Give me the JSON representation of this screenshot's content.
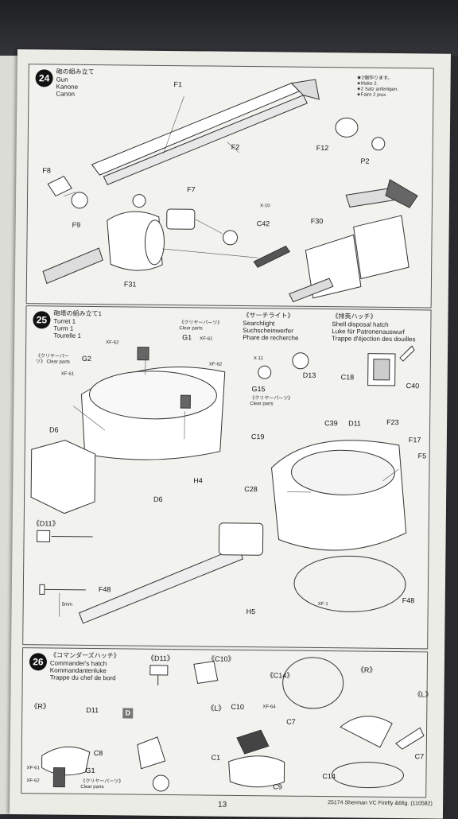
{
  "step24": {
    "number": "24",
    "title_jp": "砲の組み立て",
    "title_en": "Gun",
    "title_de": "Kanone",
    "title_fr": "Canon",
    "note_lines": [
      "★2個作ります。",
      "★Make 2.",
      "★2 Satz anfertigen.",
      "★Faire 2 jeux."
    ],
    "parts": {
      "F1": "F1",
      "F2": "F2",
      "F8": "F8",
      "F9": "F9",
      "F7": "F7",
      "X10": "X-10",
      "C42": "C42",
      "F12": "F12",
      "P2": "P2",
      "F30": "F30",
      "F31": "F31"
    }
  },
  "step25": {
    "number": "25",
    "title_jp": "砲塔の組み立て1",
    "title_en": "Turret 1",
    "title_de": "Turm 1",
    "title_fr": "Tourelle 1",
    "clear_parts_top": "《クリヤーパーツ》 Clear parts",
    "clear_parts_left": "《クリヤーパーツ》 Clear parts",
    "searchlight_jp": "《サーチライト》",
    "searchlight_en": "Searchlight",
    "searchlight_de": "Suchscheinwerfer",
    "searchlight_fr": "Phare de recherche",
    "hatch_jp": "《排莢ハッチ》",
    "hatch_en": "Shell disposal hatch",
    "hatch_de": "Luke für Patronenauswurf",
    "hatch_fr": "Trappe d'éjection des douilles",
    "g15_clear": "《クリヤーパーツ》 Clear parts",
    "dim": "5mm",
    "d11_detail": "《D11》",
    "parts": {
      "XF62a": "XF-62",
      "G2": "G2",
      "XF61a": "XF-61",
      "G1": "G1",
      "XF61b": "XF-61",
      "XF62b": "XF-62",
      "D6a": "D6",
      "D6b": "D6",
      "H4": "H4",
      "X11": "X-11",
      "D13": "D13",
      "G15": "G15",
      "C18": "C18",
      "C40": "C40",
      "C39": "C39",
      "D11": "D11",
      "F23": "F23",
      "C19": "C19",
      "F17": "F17",
      "F5": "F5",
      "C28": "C28",
      "F48a": "F48",
      "F48b": "F48",
      "H5": "H5",
      "XF1": "XF-1"
    }
  },
  "step26": {
    "number": "26",
    "title_jp": "《コマンダーズハッチ》",
    "title_en": "Commander's hatch",
    "title_de": "Kommandantenluke",
    "title_fr": "Trappe du chef de bord",
    "d11_detail": "《D11》",
    "c10_detail": "《C10》",
    "c14_detail": "《C14》",
    "r_detail": "《R》",
    "l_detail": "《L》",
    "r_label": "《R》",
    "l_label": "《L》",
    "badge": "D",
    "clear_parts": "《クリヤーパーツ》 Clear parts",
    "parts": {
      "D11": "D11",
      "C8": "C8",
      "XF61": "XF-61",
      "XF62": "XF-62",
      "G1": "G1",
      "C10": "C10",
      "XF64": "XF-64",
      "C7a": "C7",
      "C1": "C1",
      "C9": "C9",
      "C14": "C14",
      "C7b": "C7"
    }
  },
  "footer": {
    "product": "25174  Sherman VC Firefly &6fig. (110582)",
    "page": "13"
  }
}
